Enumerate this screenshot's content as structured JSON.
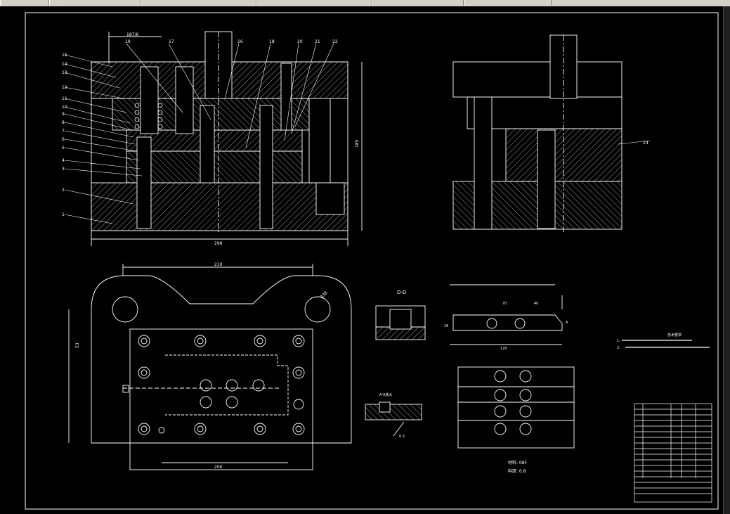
{
  "taskbar": {
    "buttons": [
      {
        "label": "",
        "icon": "app-icon"
      },
      {
        "label": "",
        "icon": "window-icon"
      },
      {
        "label": "",
        "icon": "window-icon"
      },
      {
        "label": "",
        "icon": "window-icon"
      },
      {
        "label": "",
        "icon": "window-icon"
      },
      {
        "label": "",
        "icon": "window-icon"
      }
    ]
  },
  "drawing": {
    "part_numbers_left": [
      "15",
      "14",
      "13",
      "12",
      "11",
      "10",
      "9",
      "8",
      "7",
      "6",
      "5",
      "4",
      "3",
      "2",
      "1"
    ],
    "part_numbers_top": [
      "17",
      "16",
      "18",
      "19",
      "20",
      "21",
      "22"
    ],
    "part_number_side": "24",
    "dim_total_width": "296",
    "dim_height": "185",
    "dim_top": "187/6",
    "plan_width": "210",
    "plan_bottom": "200",
    "plan_left": "53",
    "plan_radius": "R38",
    "section_label": "D-D",
    "part_dims": [
      "70",
      "40",
      "120",
      "16",
      "4"
    ],
    "material_label": "材料: 08F",
    "thickness_label": "料厚: 0.8",
    "detail_label": "A-A放大",
    "detail_dim": "0.3",
    "notes_title": "技术要求",
    "notes": [
      "1.",
      "2."
    ],
    "title_block_rows": 20
  },
  "colors": {
    "background": "#000000",
    "lines": "#ffffff",
    "taskbar": "#d4d0c8"
  }
}
